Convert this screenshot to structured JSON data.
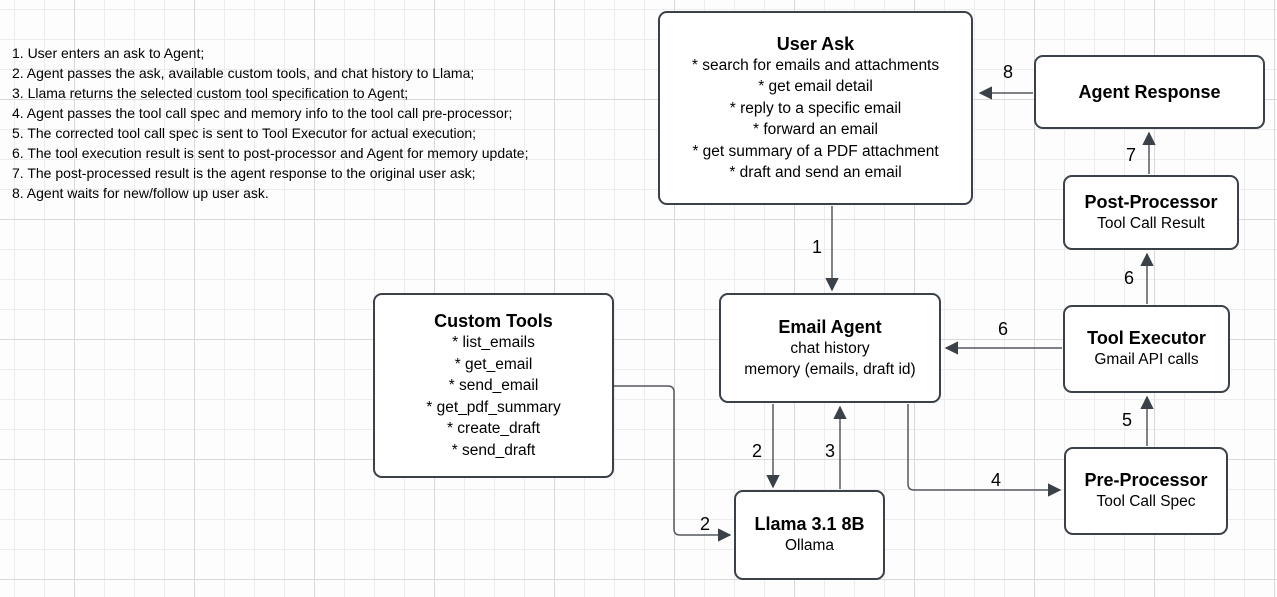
{
  "notes": {
    "lines": [
      "1. User enters an ask to Agent;",
      "2. Agent passes the ask, available custom tools, and chat history to Llama;",
      "3. Llama returns the selected custom tool specification to Agent;",
      "4. Agent passes the tool call spec and memory info to the tool call pre-processor;",
      "5. The corrected tool call spec is sent to Tool Executor for actual execution;",
      "6. The tool execution result is sent to post-processor and Agent for memory update;",
      "7. The post-processed result is the agent response to the original user ask;",
      "8. Agent waits for new/follow up user ask."
    ]
  },
  "boxes": {
    "user_ask": {
      "title": "User Ask",
      "lines": [
        "* search for emails and attachments",
        "* get email detail",
        "* reply to a specific email",
        "* forward an email",
        "* get summary of a PDF attachment",
        "* draft and send an email"
      ]
    },
    "agent_response": {
      "title": "Agent Response"
    },
    "post_processor": {
      "title": "Post-Processor",
      "subtitle": "Tool Call Result"
    },
    "tool_executor": {
      "title": "Tool Executor",
      "subtitle": "Gmail API calls"
    },
    "pre_processor": {
      "title": "Pre-Processor",
      "subtitle": "Tool Call Spec"
    },
    "email_agent": {
      "title": "Email Agent",
      "lines": [
        "chat history",
        "memory (emails, draft id)"
      ]
    },
    "custom_tools": {
      "title": "Custom Tools",
      "lines": [
        "* list_emails",
        "* get_email",
        "* send_email",
        "* get_pdf_summary",
        "* create_draft",
        "* send_draft"
      ]
    },
    "llama": {
      "title": "Llama 3.1 8B",
      "subtitle": "Ollama"
    }
  },
  "arrows": {
    "user_ask_to_email_agent": "1",
    "email_agent_to_llama": "2",
    "custom_tools_to_llama": "2",
    "llama_to_email_agent": "3",
    "email_agent_to_pre_processor": "4",
    "pre_processor_to_tool_executor": "5",
    "tool_executor_to_email_agent": "6",
    "tool_executor_to_post_processor": "6",
    "post_processor_to_agent_response": "7",
    "agent_response_to_user_ask": "8"
  },
  "colors": {
    "box_border": "#3b4148",
    "connector": "#55595e",
    "text": "#000000",
    "grid_minor": "#ececec",
    "grid_major": "#d9d9d9",
    "background": "#fdfdfd"
  }
}
